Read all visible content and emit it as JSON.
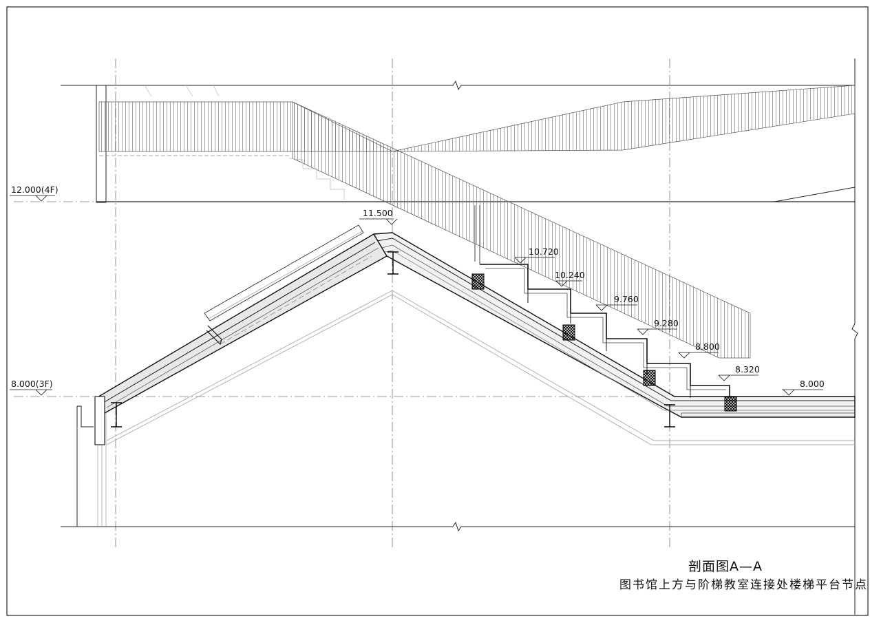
{
  "levels": {
    "floor_4f": "12.000(4F)",
    "floor_3f": "8.000(3F)",
    "ridge": "11.500",
    "step_1": "10.720",
    "step_2": "10.240",
    "step_3": "9.760",
    "step_4": "9.280",
    "step_5": "8.800",
    "step_6": "8.320",
    "landing": "8.000"
  },
  "caption": {
    "title": "剖面图A—A",
    "subtitle": "图书馆上方与阶梯教室连接处楼梯平台节点"
  }
}
